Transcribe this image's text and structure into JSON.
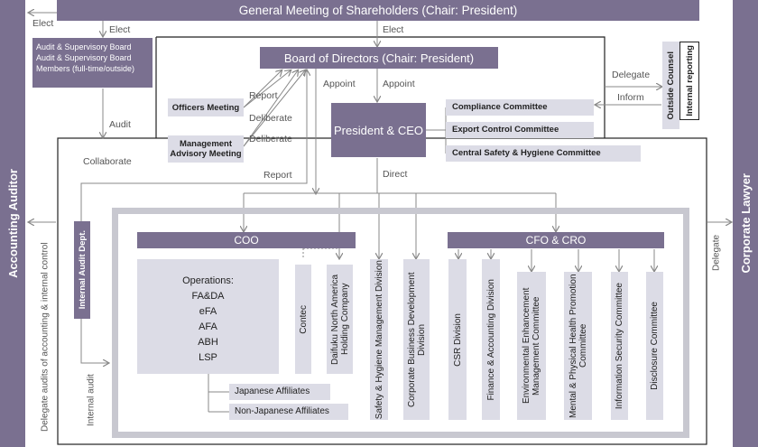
{
  "header": {
    "title": "General Meeting of Shareholders (Chair: President)"
  },
  "sides": {
    "left": "Accounting Auditor",
    "right": "Corporate Lawyer"
  },
  "board": {
    "title": "Board of Directors (Chair: President)"
  },
  "ceo": {
    "title": "President & CEO"
  },
  "audit_board": {
    "line1": "Audit & Supervisory Board",
    "line2": "Audit & Supervisory Board Members (full-time/outside)"
  },
  "officers": {
    "title": "Officers Meeting"
  },
  "management": {
    "title": "Management Advisory Meeting"
  },
  "committees": [
    "Compliance Committee",
    "Export Control Committee",
    "Central Safety & Hygiene Committee"
  ],
  "outside": {
    "counsel": "Outside Counsel",
    "reporting": "Internal reporting"
  },
  "internal_audit": {
    "title": "Internal Audit Dept."
  },
  "coo": {
    "title": "COO"
  },
  "cfo": {
    "title": "CFO & CRO"
  },
  "operations": {
    "title": "Operations:",
    "items": [
      "FA&DA",
      "eFA",
      "AFA",
      "ABH",
      "LSP"
    ]
  },
  "affiliates": [
    "Japanese Affiliates",
    "Non-Japanese Affiliates"
  ],
  "coo_units": [
    "Contec",
    "Daifuku North America Holding Company"
  ],
  "divisions": [
    "Safety & Hygiene Management Division",
    "Corporate Business Development Division"
  ],
  "cfo_units": [
    "CSR Division",
    "Finance & Accounting Division",
    "Environmental Enhancement Management Committee",
    "Mental & Physical Health Promotion Committee",
    "Information Security Committee",
    "Disclosure Committee"
  ],
  "labels": {
    "elect_left": "Elect",
    "elect_mid": "Elect",
    "elect_board": "Elect",
    "audit": "Audit",
    "report1": "Report",
    "deliberate1": "Deliberate",
    "deliberate2": "Deliberate",
    "appoint1": "Appoint",
    "appoint2": "Appoint",
    "delegate1": "Delegate",
    "inform": "Inform",
    "collaborate": "Collaborate",
    "report2": "Report",
    "direct": "Direct",
    "delegate_right": "Delegate",
    "delegate_audits": "Delegate audits of accounting & internal control",
    "internal_audit_lbl": "Internal audit"
  },
  "colors": {
    "dark": "#7a7090",
    "light": "#dcdce6",
    "frame": "#c8c8d0",
    "line": "#888888"
  }
}
